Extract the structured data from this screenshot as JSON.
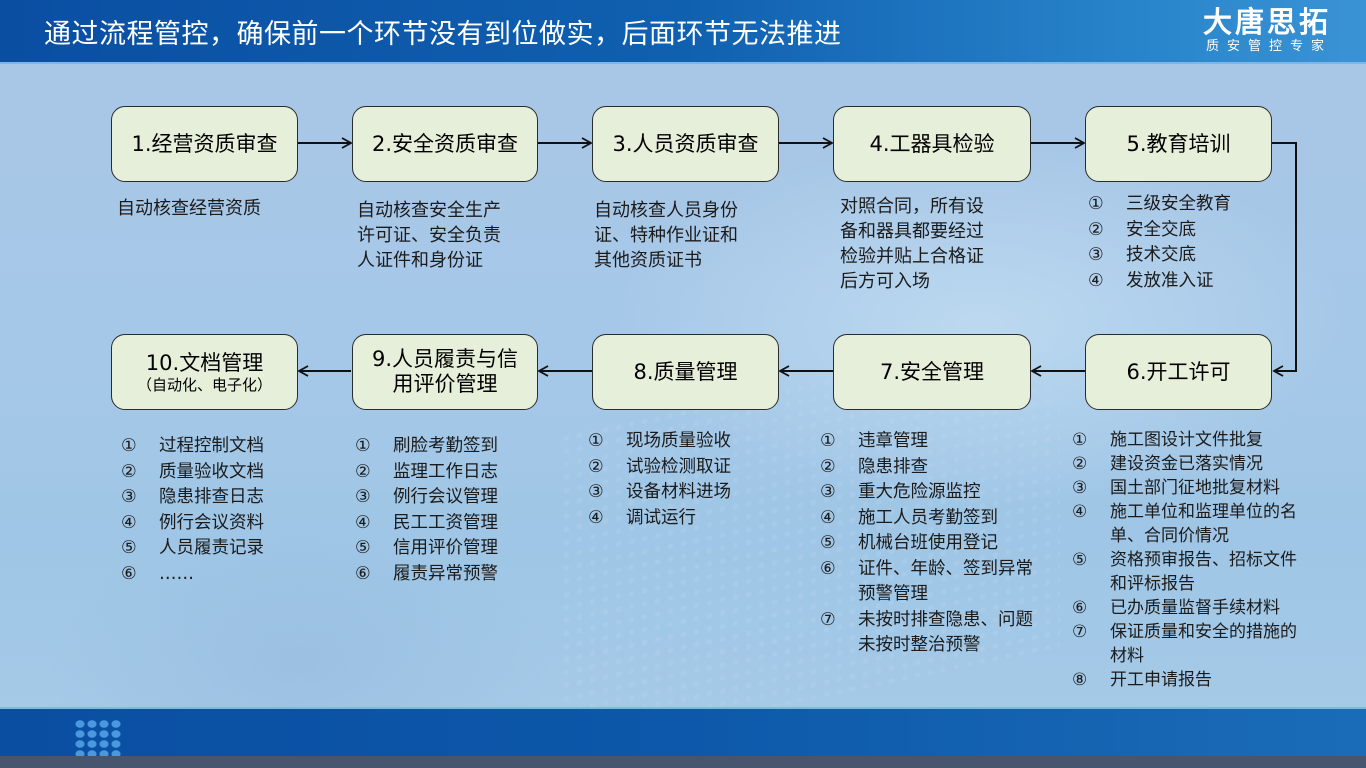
{
  "header": {
    "title": "通过流程管控，确保前一个环节没有到位做实，后面环节无法推进",
    "brand_name": "大唐思拓",
    "brand_slogan": "质安管控专家"
  },
  "colors": {
    "header_blue": "#0a4ea2",
    "box_fill": "#e6efd9",
    "box_border": "#2b2b2b",
    "background": "#a6c8e8"
  },
  "steps": [
    {
      "label": "1.经营资质审查",
      "desc_lines": [
        "自动核查经营资质"
      ]
    },
    {
      "label": "2.安全资质审查",
      "desc_lines": [
        "自动核查安全生产",
        "许可证、安全负责",
        "人证件和身份证"
      ]
    },
    {
      "label": "3.人员资质审查",
      "desc_lines": [
        "自动核查人员身份",
        "证、特种作业证和",
        "其他资质证书"
      ]
    },
    {
      "label": "4.工器具检验",
      "desc_lines": [
        "对照合同，所有设",
        "备和器具都要经过",
        "检验并贴上合格证",
        "后方可入场"
      ]
    },
    {
      "label": "5.教育培训",
      "items": [
        {
          "num": "①",
          "text": "三级安全教育"
        },
        {
          "num": "②",
          "text": "安全交底"
        },
        {
          "num": "③",
          "text": "技术交底"
        },
        {
          "num": "④",
          "text": "发放准入证"
        }
      ]
    },
    {
      "label": "6.开工许可",
      "items": [
        {
          "num": "①",
          "text": "施工图设计文件批复"
        },
        {
          "num": "②",
          "text": "建设资金已落实情况"
        },
        {
          "num": "③",
          "text": "国土部门征地批复材料"
        },
        {
          "num": "④",
          "text": "施工单位和监理单位的名单、合同价情况"
        },
        {
          "num": "⑤",
          "text": "资格预审报告、招标文件和评标报告"
        },
        {
          "num": "⑥",
          "text": "已办质量监督手续材料"
        },
        {
          "num": "⑦",
          "text": "保证质量和安全的措施的材料"
        },
        {
          "num": "⑧",
          "text": "开工申请报告"
        }
      ]
    },
    {
      "label": "7.安全管理",
      "items": [
        {
          "num": "①",
          "text": "违章管理"
        },
        {
          "num": "②",
          "text": "隐患排查"
        },
        {
          "num": "③",
          "text": "重大危险源监控"
        },
        {
          "num": "④",
          "text": "施工人员考勤签到"
        },
        {
          "num": "⑤",
          "text": "机械台班使用登记"
        },
        {
          "num": "⑥",
          "text": "证件、年龄、签到异常预警管理"
        },
        {
          "num": "⑦",
          "text": "未按时排查隐患、问题未按时整治预警"
        }
      ]
    },
    {
      "label": "8.质量管理",
      "items": [
        {
          "num": "①",
          "text": "现场质量验收"
        },
        {
          "num": "②",
          "text": "试验检测取证"
        },
        {
          "num": "③",
          "text": "设备材料进场"
        },
        {
          "num": "④",
          "text": "调试运行"
        }
      ]
    },
    {
      "label_line1": "9.人员履责与信",
      "label_line2": "用评价管理",
      "items": [
        {
          "num": "①",
          "text": "刷脸考勤签到"
        },
        {
          "num": "②",
          "text": "监理工作日志"
        },
        {
          "num": "③",
          "text": "例行会议管理"
        },
        {
          "num": "④",
          "text": "民工工资管理"
        },
        {
          "num": "⑤",
          "text": "信用评价管理"
        },
        {
          "num": "⑥",
          "text": "履责异常预警"
        }
      ]
    },
    {
      "label": "10.文档管理",
      "sublabel": "（自动化、电子化）",
      "items": [
        {
          "num": "①",
          "text": "过程控制文档"
        },
        {
          "num": "②",
          "text": "质量验收文档"
        },
        {
          "num": "③",
          "text": "隐患排查日志"
        },
        {
          "num": "④",
          "text": "例行会议资料"
        },
        {
          "num": "⑤",
          "text": "人员履责记录"
        },
        {
          "num": "⑥",
          "text": "……"
        }
      ]
    }
  ]
}
